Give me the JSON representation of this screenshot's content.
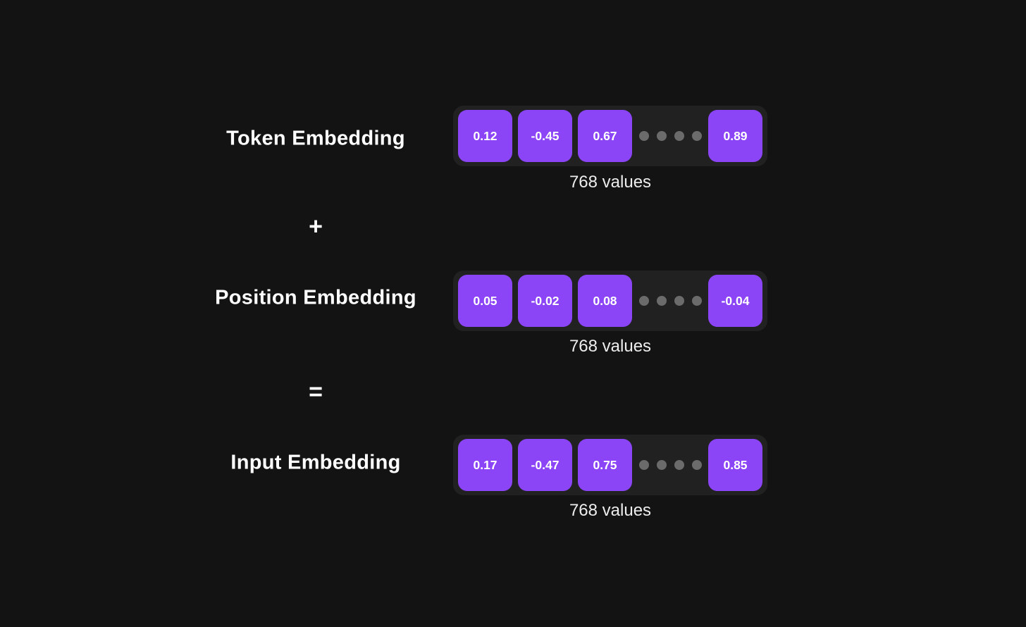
{
  "colors": {
    "background": "#131313",
    "track": "#212121",
    "cell": "#8b45f7",
    "dot": "#6b6b6b",
    "text": "#ffffff",
    "caption": "#ededed"
  },
  "operators": {
    "plus": "+",
    "equals": "="
  },
  "rows": [
    {
      "label": "Token Embedding",
      "values": [
        "0.12",
        "-0.45",
        "0.67",
        "0.89"
      ],
      "caption": "768 values"
    },
    {
      "label": "Position Embedding",
      "values": [
        "0.05",
        "-0.02",
        "0.08",
        "-0.04"
      ],
      "caption": "768 values"
    },
    {
      "label": "Input Embedding",
      "values": [
        "0.17",
        "-0.47",
        "0.75",
        "0.85"
      ],
      "caption": "768 values"
    }
  ]
}
